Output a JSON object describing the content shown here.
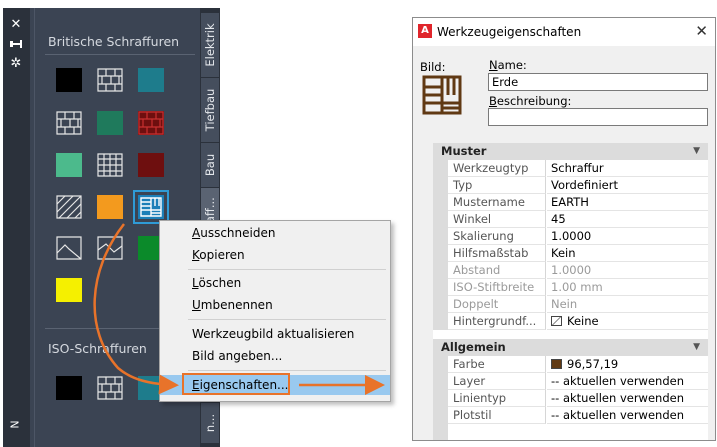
{
  "palette": {
    "section1_title": "Britische Schraffuren",
    "section2_title": "ISO-Schraffuren",
    "tabs": [
      "Elektrik",
      "Tiefbau",
      "Bau",
      "Schraff...",
      "n..."
    ],
    "strip_icons": [
      "close-icon",
      "pin-icon",
      "settings-icon"
    ],
    "strip_letter": "N",
    "colors": {
      "background": "#3b4453",
      "strip": "#2b313b",
      "teal": "#1e7c8c",
      "green": "#1f7a5c",
      "darkred": "#6e0f0f",
      "orange": "#f39a1e",
      "yellow": "#f5f000",
      "lightgreen": "#4cba8c"
    }
  },
  "context_menu": {
    "items": [
      {
        "label": "Ausschneiden",
        "mnemonic": "A"
      },
      {
        "label": "Kopieren",
        "mnemonic": "K"
      },
      {
        "label": "Löschen",
        "mnemonic": "L"
      },
      {
        "label": "Umbenennen",
        "mnemonic": "U"
      },
      {
        "label": "Werkzeugbild aktualisieren",
        "mnemonic": ""
      },
      {
        "label": "Bild angeben...",
        "mnemonic": ""
      },
      {
        "label": "Eigenschaften...",
        "mnemonic": "E",
        "highlighted": true
      }
    ]
  },
  "dialog": {
    "title": "Werkzeugeigenschaften",
    "image_label": "Bild:",
    "name_label": "Name:",
    "name_value": "Erde",
    "description_label": "Beschreibung:",
    "description_value": "",
    "categories": [
      {
        "title": "Muster",
        "rows": [
          {
            "key": "Werkzeugtyp",
            "value": "Schraffur"
          },
          {
            "key": "Typ",
            "value": "Vordefiniert"
          },
          {
            "key": "Mustername",
            "value": "EARTH"
          },
          {
            "key": "Winkel",
            "value": "45"
          },
          {
            "key": "Skalierung",
            "value": "1.0000"
          },
          {
            "key": "Hilfsmaßstab",
            "value": "Kein"
          },
          {
            "key": "Abstand",
            "value": "1.0000",
            "disabled": true
          },
          {
            "key": "ISO-Stiftbreite",
            "value": "1.00 mm",
            "disabled": true
          },
          {
            "key": "Doppelt",
            "value": "Nein",
            "disabled": true
          },
          {
            "key": "Hintergrundf...",
            "value": "Keine"
          }
        ]
      },
      {
        "title": "Allgemein",
        "rows": [
          {
            "key": "Farbe",
            "value": "96,57,19"
          },
          {
            "key": "Layer",
            "value": "-- aktuellen verwenden"
          },
          {
            "key": "Linientyp",
            "value": "-- aktuellen verwenden"
          },
          {
            "key": "Plotstil",
            "value": "-- aktuellen verwenden"
          }
        ]
      }
    ],
    "colors": {
      "farbe_swatch": "#603913",
      "accent_icon": "#e0252b"
    }
  },
  "annotation": {
    "arrow_color": "#e8732a"
  }
}
